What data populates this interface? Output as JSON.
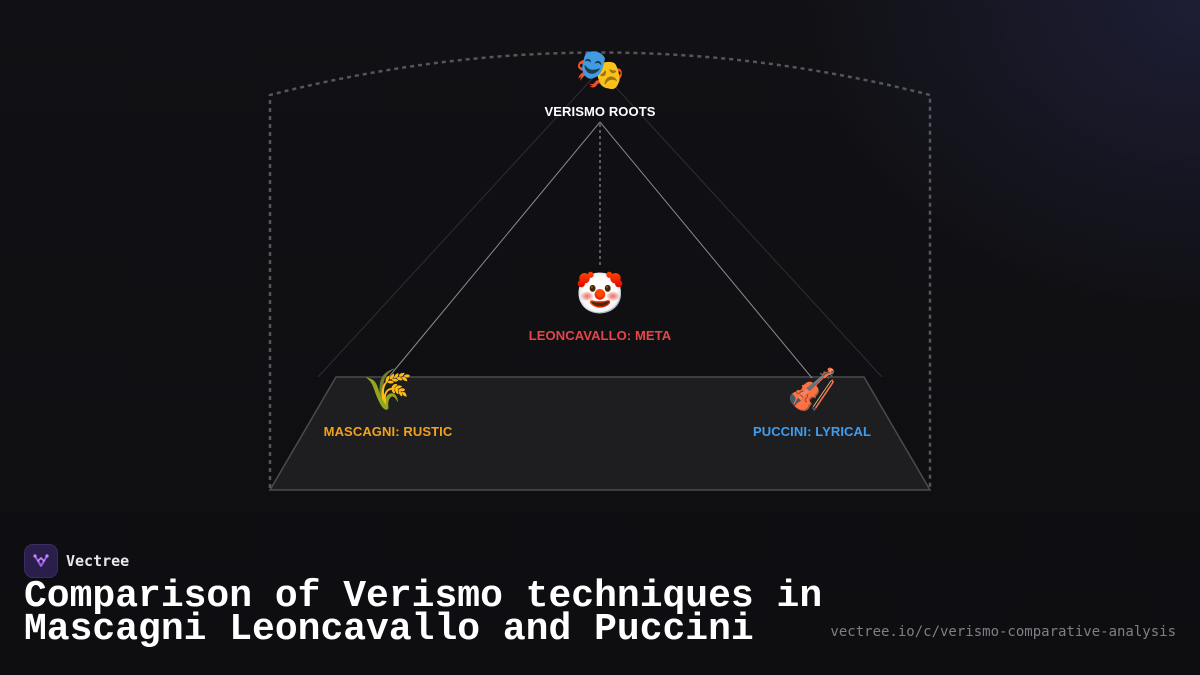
{
  "diagram": {
    "nodes": {
      "roots": {
        "icon": "performing-arts-masks-emoji",
        "emoji": "🎭",
        "label": "VERISMO ROOTS",
        "color": "#ffffff"
      },
      "leoncavallo": {
        "icon": "clown-face-emoji",
        "emoji": "🤡",
        "label": "LEONCAVALLO: META",
        "color": "#e8444a"
      },
      "mascagni": {
        "icon": "sheaf-of-rice-emoji",
        "emoji": "🌾",
        "label": "MASCAGNI: RUSTIC",
        "color": "#f2a21b"
      },
      "puccini": {
        "icon": "violin-emoji",
        "emoji": "🎻",
        "label": "PUCCINI: LYRICAL",
        "color": "#3d9ef0"
      }
    }
  },
  "brand": {
    "name": "Vectree",
    "logo_icon": "vectree-logo-icon",
    "accent": "#9b5cf0"
  },
  "title": "Comparison of Verismo techniques in Mascagni Leoncavallo and Puccini",
  "url": "vectree.io/c/verismo-comparative-analysis"
}
